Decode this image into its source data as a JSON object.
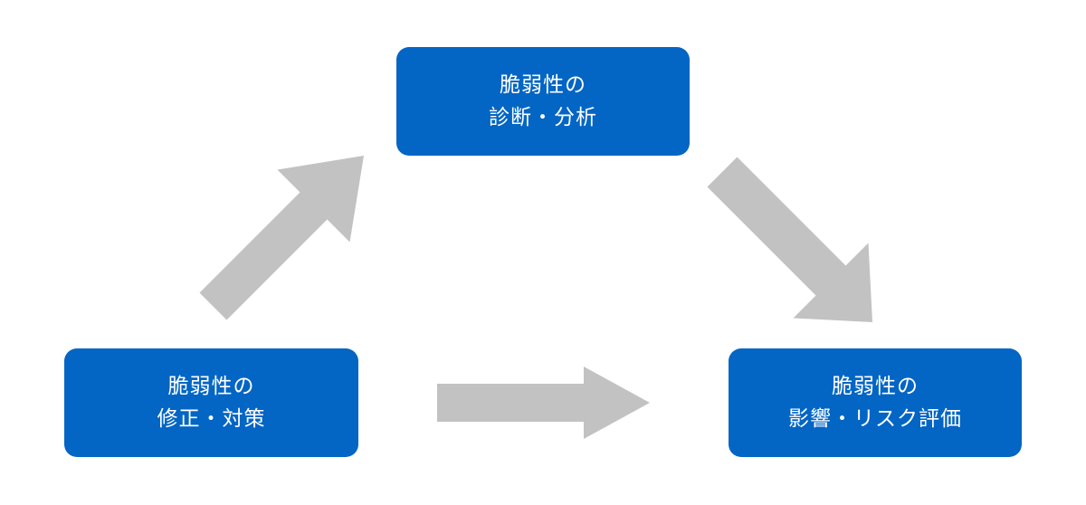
{
  "diagram": {
    "nodes": {
      "top": {
        "line1": "脆弱性の",
        "line2": "診断・分析"
      },
      "right": {
        "line1": "脆弱性の",
        "line2": "影響・リスク評価"
      },
      "left": {
        "line1": "脆弱性の",
        "line2": "修正・対策"
      }
    },
    "arrow_color": "#c2c2c2",
    "node_color": "#0365c4",
    "text_color": "#ffffff"
  }
}
